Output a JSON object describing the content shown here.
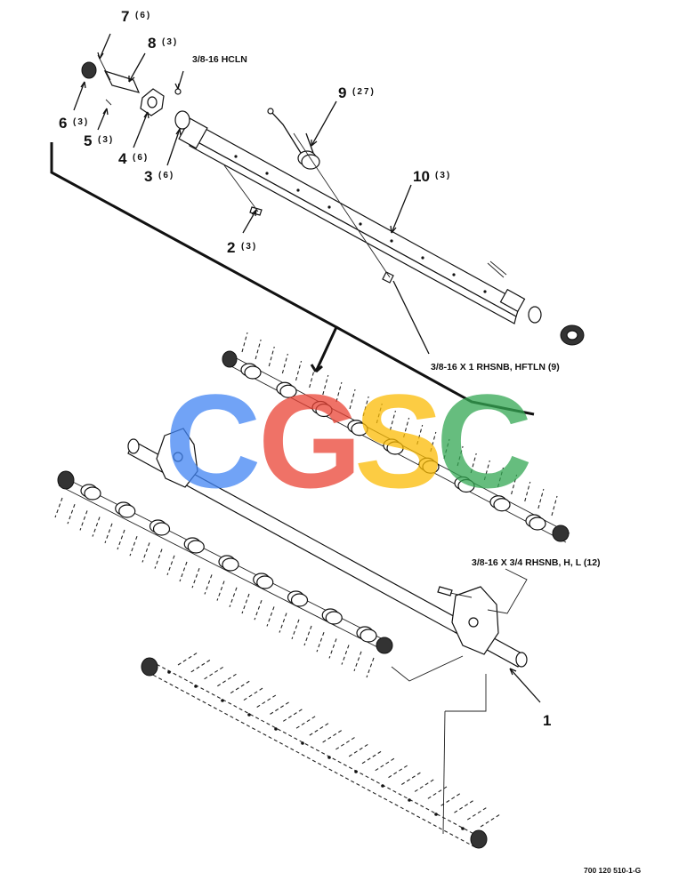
{
  "callouts": [
    {
      "num": "7",
      "qty": "(6)"
    },
    {
      "num": "8",
      "qty": "(3)"
    },
    {
      "num": "6",
      "qty": "(3)"
    },
    {
      "num": "5",
      "qty": "(3)"
    },
    {
      "num": "4",
      "qty": "(6)"
    },
    {
      "num": "3",
      "qty": "(6)"
    },
    {
      "num": "9",
      "qty": "(27)"
    },
    {
      "num": "10",
      "qty": "(3)"
    },
    {
      "num": "2",
      "qty": "(3)"
    },
    {
      "num": "1",
      "qty": ""
    }
  ],
  "notes": {
    "hcln": "3/8-16 HCLN",
    "rhsnb_hftln": "3/8-16 X 1 RHSNB, HFTLN (9)",
    "rhsnb_hl": "3/8-16 X 3/4 RHSNB, H, L (12)"
  },
  "watermark": {
    "letters": [
      "C",
      "G",
      "S",
      "C"
    ],
    "colors": [
      "#4285F4",
      "#EA4335",
      "#FBBC05",
      "#34A853"
    ]
  },
  "figure_id": "700 120 510-1-G"
}
